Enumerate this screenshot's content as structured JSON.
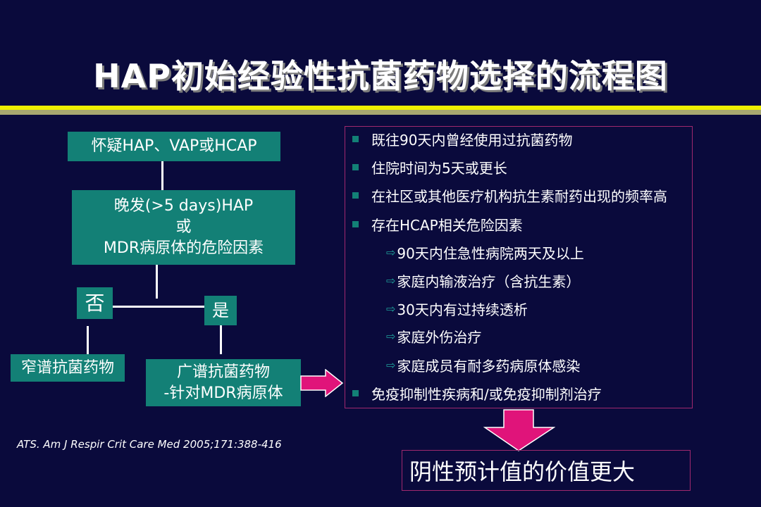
{
  "slide": {
    "title": "HAP初始经验性抗菌药物选择的流程图"
  },
  "flow": {
    "start": "怀疑HAP、VAP或HCAP",
    "decision_line1": "晚发(>5 days)HAP",
    "decision_line2": "或",
    "decision_line3": "MDR病原体的危险因素",
    "no_label": "否",
    "yes_label": "是",
    "no_result": "窄谱抗菌药物",
    "yes_result_line1": "广谱抗菌药物",
    "yes_result_line2": "-针对MDR病原体"
  },
  "criteria": {
    "items": [
      "既往90天内曾经使用过抗菌药物",
      "住院时间为5天或更长",
      "在社区或其他医疗机构抗生素耐药出现的频率高",
      "存在HCAP相关危险因素"
    ],
    "sub_items": [
      "90天内住急性病院两天及以上",
      "家庭内输液治疗（含抗生素）",
      "30天内有过持续透析",
      "家庭外伤治疗",
      "家庭成员有耐多药病原体感染"
    ],
    "last_item": "免疫抑制性疾病和/或免疫抑制剂治疗"
  },
  "result": "阴性预计值的价值更大",
  "citation": "ATS. Am J Respir Crit Care Med 2005;171:388-416",
  "colors": {
    "background": "#0a0a3c",
    "box_fill": "#138076",
    "arrow": "#e0147a",
    "frame": "#a0286e",
    "stripe": "#f0f000"
  }
}
